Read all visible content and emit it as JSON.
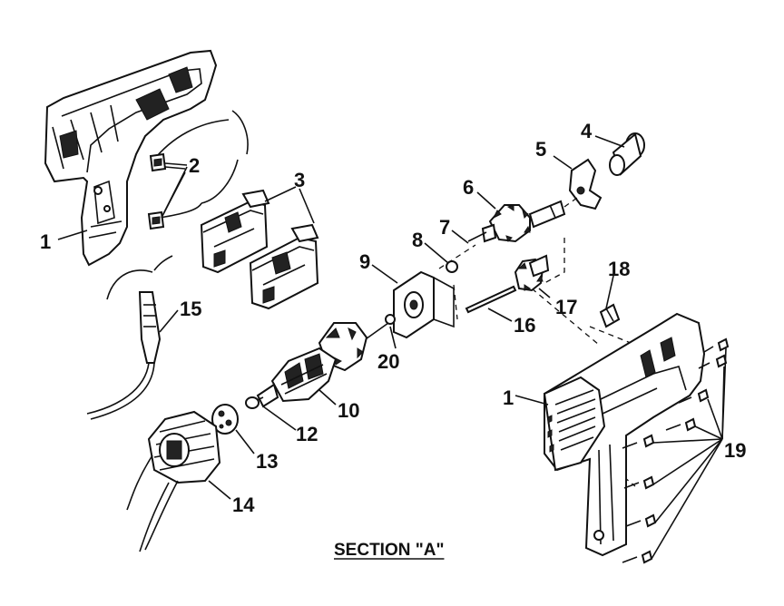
{
  "section_title": "SECTION \"A\"",
  "callouts": {
    "c1a": "1",
    "c1b": "1",
    "c2": "2",
    "c3": "3",
    "c4": "4",
    "c5": "5",
    "c6": "6",
    "c7": "7",
    "c8": "8",
    "c9": "9",
    "c10": "10",
    "c12": "12",
    "c13": "13",
    "c14": "14",
    "c15": "15",
    "c16": "16",
    "c17": "17",
    "c18": "18",
    "c19": "19",
    "c20": "20"
  }
}
